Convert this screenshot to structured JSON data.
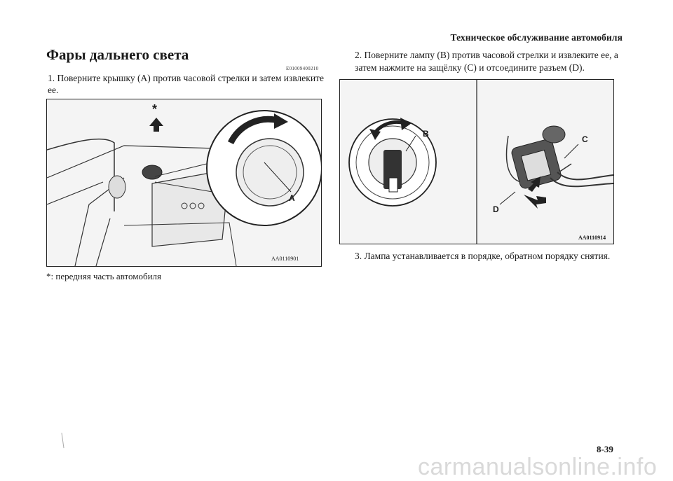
{
  "header": {
    "section": "Техническое обслуживание автомобиля"
  },
  "left": {
    "title": "Фары дальнего света",
    "code": "E01009400210",
    "step1": "1. Поверните крышку (А) против часовой стрелки и затем извлеките ее.",
    "figure": {
      "code": "AA0110901",
      "star": "*",
      "label_a": "A"
    },
    "note": "*: передняя часть автомобиля"
  },
  "right": {
    "step2": "2. Поверните лампу (В) против часовой стрелки и извлеките ее, а затем нажмите на защёлку (С) и отсоедините разъем (D).",
    "figure": {
      "code": "AA0110914",
      "label_b": "B",
      "label_c": "C",
      "label_d": "D"
    },
    "step3": "3. Лампа устанавливается в порядке, обратном порядку снятия."
  },
  "footer": {
    "page": "8-39",
    "watermark": "carmanualsonline.info"
  }
}
